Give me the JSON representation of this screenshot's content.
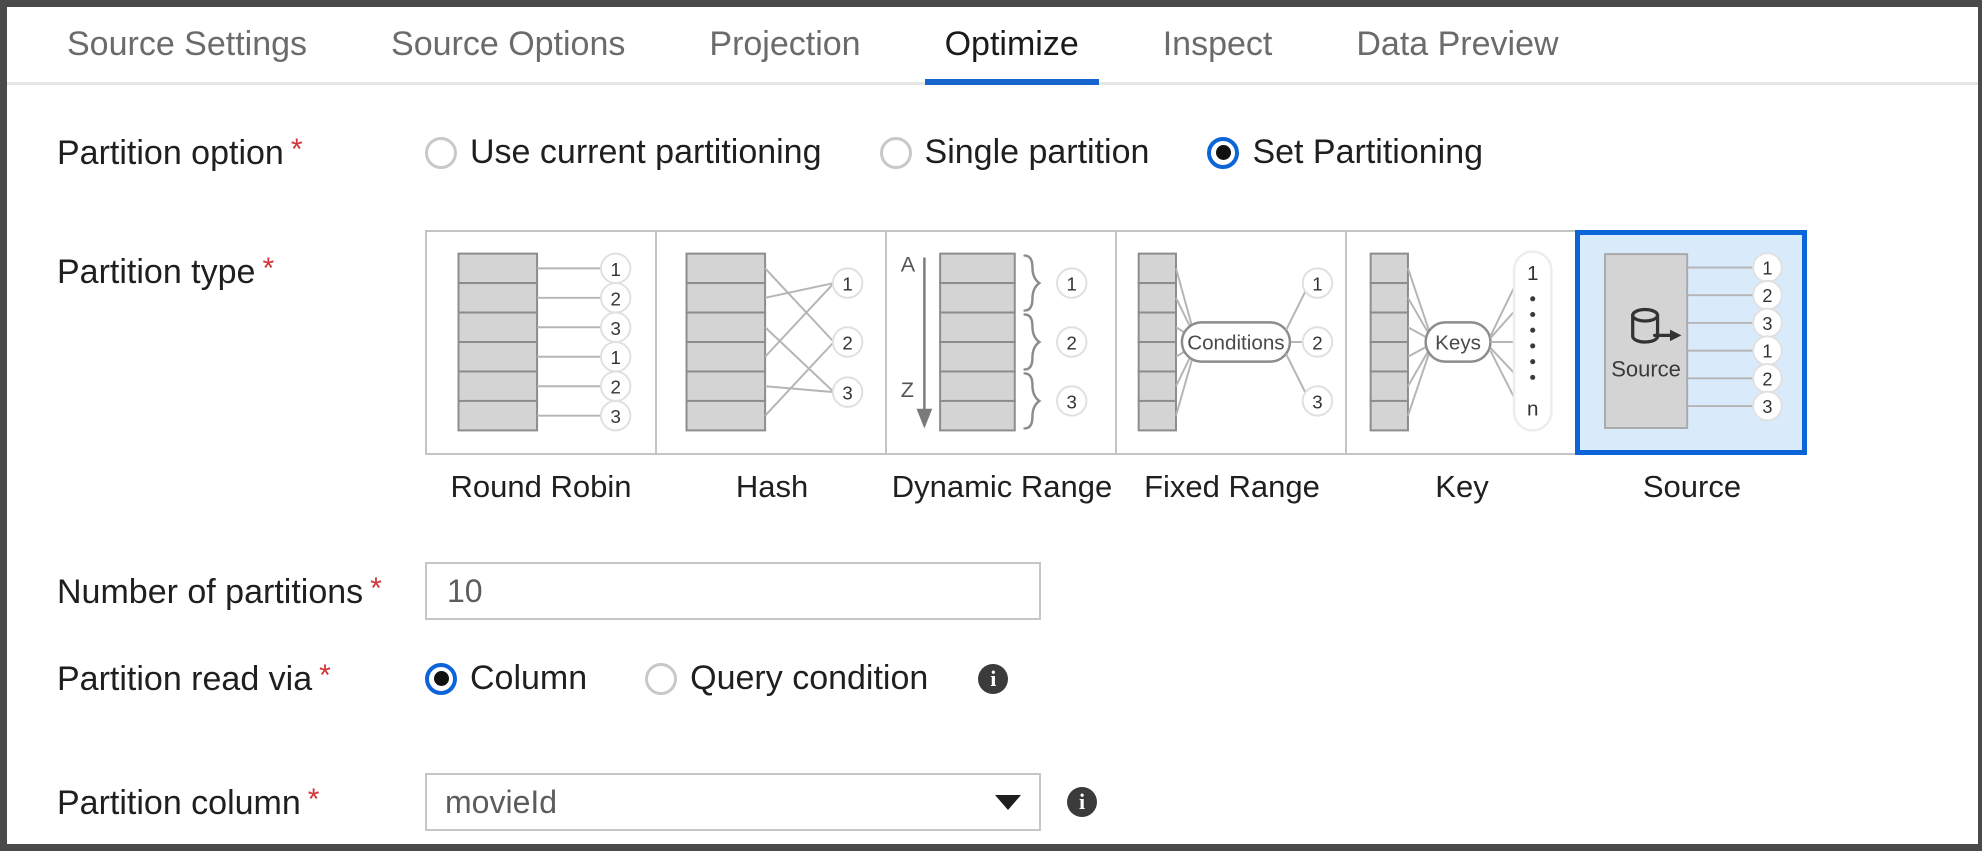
{
  "tabs": [
    {
      "label": "Source Settings",
      "active": false
    },
    {
      "label": "Source Options",
      "active": false
    },
    {
      "label": "Projection",
      "active": false
    },
    {
      "label": "Optimize",
      "active": true
    },
    {
      "label": "Inspect",
      "active": false
    },
    {
      "label": "Data Preview",
      "active": false
    }
  ],
  "fields": {
    "partition_option": {
      "label": "Partition option",
      "required": "*",
      "options": [
        {
          "label": "Use current partitioning",
          "checked": false
        },
        {
          "label": "Single partition",
          "checked": false
        },
        {
          "label": "Set Partitioning",
          "checked": true
        }
      ]
    },
    "partition_type": {
      "label": "Partition type",
      "required": "*",
      "cards": [
        {
          "label": "Round Robin",
          "icon": "round-robin-diagram",
          "selected": false
        },
        {
          "label": "Hash",
          "icon": "hash-diagram",
          "selected": false
        },
        {
          "label": "Dynamic Range",
          "icon": "dynamic-range-diagram",
          "selected": false
        },
        {
          "label": "Fixed Range",
          "icon": "fixed-range-diagram",
          "selected": false
        },
        {
          "label": "Key",
          "icon": "key-diagram",
          "selected": false
        },
        {
          "label": "Source",
          "icon": "source-diagram",
          "selected": true
        }
      ],
      "diagram_text": {
        "round_robin_outputs": [
          "1",
          "2",
          "3",
          "1",
          "2",
          "3"
        ],
        "hash_outputs": [
          "1",
          "2",
          "3"
        ],
        "dynamic_range_axis": [
          "A",
          "Z"
        ],
        "dynamic_range_outputs": [
          "1",
          "2",
          "3"
        ],
        "fixed_range_node": "Conditions",
        "fixed_range_outputs": [
          "1",
          "2",
          "3"
        ],
        "key_node": "Keys",
        "key_outputs": [
          "1",
          "n"
        ],
        "source_node": "Source",
        "source_outputs": [
          "1",
          "2",
          "3",
          "1",
          "2",
          "3"
        ]
      }
    },
    "number_of_partitions": {
      "label": "Number of partitions",
      "required": "*",
      "value": "10",
      "placeholder": "10"
    },
    "partition_read_via": {
      "label": "Partition read via",
      "required": "*",
      "options": [
        {
          "label": "Column",
          "checked": true
        },
        {
          "label": "Query condition",
          "checked": false
        }
      ],
      "info": "i"
    },
    "partition_column": {
      "label": "Partition column",
      "required": "*",
      "value": "movieId",
      "info": "i"
    }
  },
  "colors": {
    "accent": "#0b64d8",
    "required": "#d13438",
    "selected_card_bg": "#d9ebfb",
    "diagram_gray": "#d4d4d4",
    "diagram_stroke": "#8c8c8c"
  }
}
